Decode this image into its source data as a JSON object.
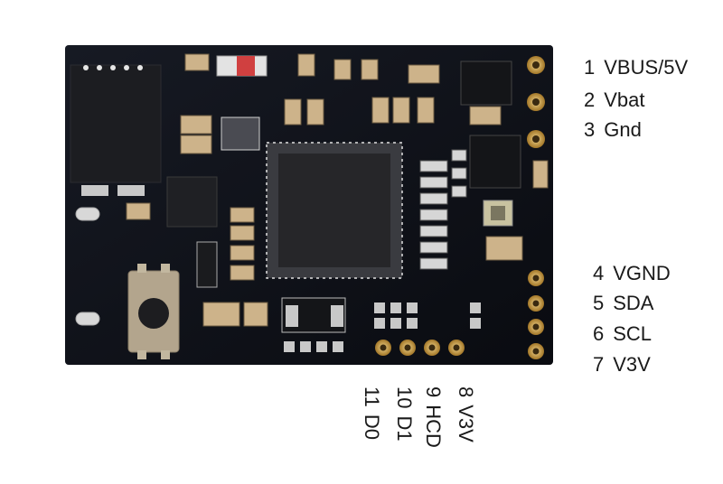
{
  "right_pins": [
    {
      "number": "1",
      "name": "VBUS/5V"
    },
    {
      "number": "2",
      "name": "Vbat"
    },
    {
      "number": "3",
      "name": "Gnd"
    },
    {
      "number": "4",
      "name": "VGND"
    },
    {
      "number": "5",
      "name": "SDA"
    },
    {
      "number": "6",
      "name": "SCL"
    },
    {
      "number": "7",
      "name": "V3V"
    }
  ],
  "bottom_pins": [
    {
      "number": "8",
      "name": "V3V"
    },
    {
      "number": "9",
      "name": "HCD"
    },
    {
      "number": "10",
      "name": "D1"
    },
    {
      "number": "11",
      "name": "D0"
    }
  ],
  "colors": {
    "pcb": "#0c0e14",
    "pad_gold": "#c89a4a",
    "silk": "#e8e8e8",
    "chip": "#262629"
  }
}
